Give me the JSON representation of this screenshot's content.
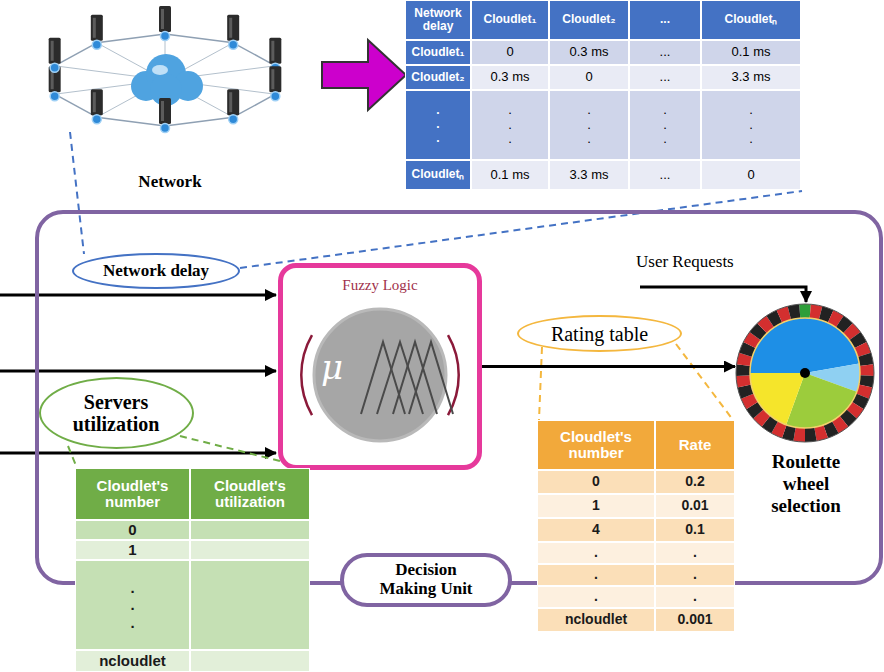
{
  "diagram": {
    "nodes": [
      {
        "text": [
          "Decision Making Unit"
        ]
      },
      {
        "text": [
          "Network delay"
        ],
        "in": 0
      },
      {
        "text": [
          "Servers utilization"
        ],
        "in": 0
      },
      {
        "text": [
          "Fuzzy Logic",
          "μ"
        ],
        "in": 0
      },
      {
        "text": [
          "Rating table"
        ],
        "in": 0
      },
      {
        "text": [
          "Roulette wheel selection"
        ],
        "in": 0
      }
    ],
    "edges": [
      {
        "from": 3,
        "to": 5,
        "arrow": "to"
      }
    ],
    "labels": [
      "Network",
      "Network delay",
      "Cloudlet₁",
      "Cloudlet₂",
      "...",
      "Cloudletₙ",
      "Cloudlet₁",
      "0",
      "0.3 ms",
      "...",
      "0.1 ms",
      "Cloudlet₂",
      "0.3 ms",
      "0",
      "...",
      "3.3 ms",
      ". . .",
      ". . .",
      ". . .",
      ". . .",
      ". . .",
      "Cloudletₙ",
      "0.1 ms",
      "3.3 ms",
      "...",
      "0",
      "User Requests",
      "Cloudlet's number",
      "Cloudlet's utilization",
      "0",
      "1",
      ". . .",
      "ncloudlet",
      "Cloudlet's number",
      "Rate",
      "0",
      "0.2",
      "1",
      "0.01",
      "4",
      "0.1",
      ".",
      ".",
      ".",
      ".",
      ".",
      ".",
      "ncloudlet",
      "0.001"
    ]
  }
}
